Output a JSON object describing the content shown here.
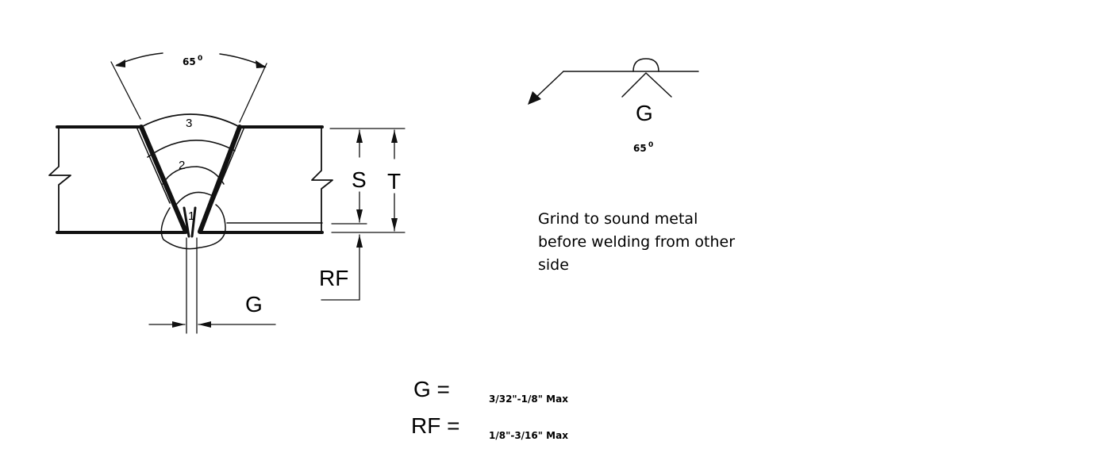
{
  "cross_section": {
    "angle_value": "65",
    "angle_sup": "0",
    "pass_labels": [
      "1",
      "2",
      "3"
    ],
    "dim_s": "S",
    "dim_t": "T",
    "dim_rf": "RF",
    "dim_g": "G"
  },
  "weld_symbol": {
    "groove_label": "G",
    "angle_value": "65",
    "angle_sup": "0"
  },
  "note": {
    "lines": [
      "Grind to sound metal",
      "before welding from other",
      "side"
    ]
  },
  "specs": [
    {
      "label": "G =",
      "value": "3/32\"-1/8\" Max"
    },
    {
      "label": "RF =",
      "value": "1/8\"-3/16\" Max"
    }
  ]
}
